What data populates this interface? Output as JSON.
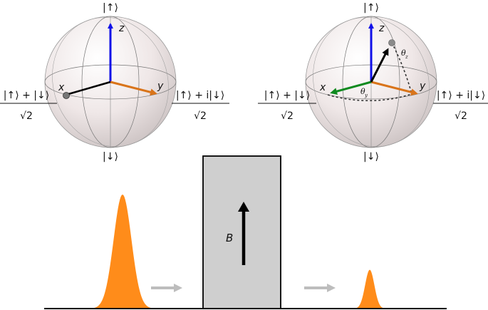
{
  "kets": {
    "up": "|↑⟩",
    "down": "|↓⟩",
    "x_state": "|↑⟩ + |↓⟩",
    "y_state": "|↑⟩ + i|↓⟩",
    "denominator": "√2"
  },
  "axes": {
    "x": "x",
    "y": "y",
    "z": "z"
  },
  "angles": {
    "theta": "θ",
    "sub_y": "y",
    "sub_z": "z"
  },
  "field_label": "B",
  "colors": {
    "z_axis": "#1010e8",
    "y_axis": "#d9741a",
    "x_axis": "#0f8a1f",
    "spin": "#000000",
    "pulse": "#ff8c1a",
    "magnet": "#cfcfcf",
    "flow_arrow": "#bdbdbd",
    "sphere": "#efe7e7"
  },
  "pulses": {
    "input_height": 1.0,
    "output_height": 0.34
  }
}
